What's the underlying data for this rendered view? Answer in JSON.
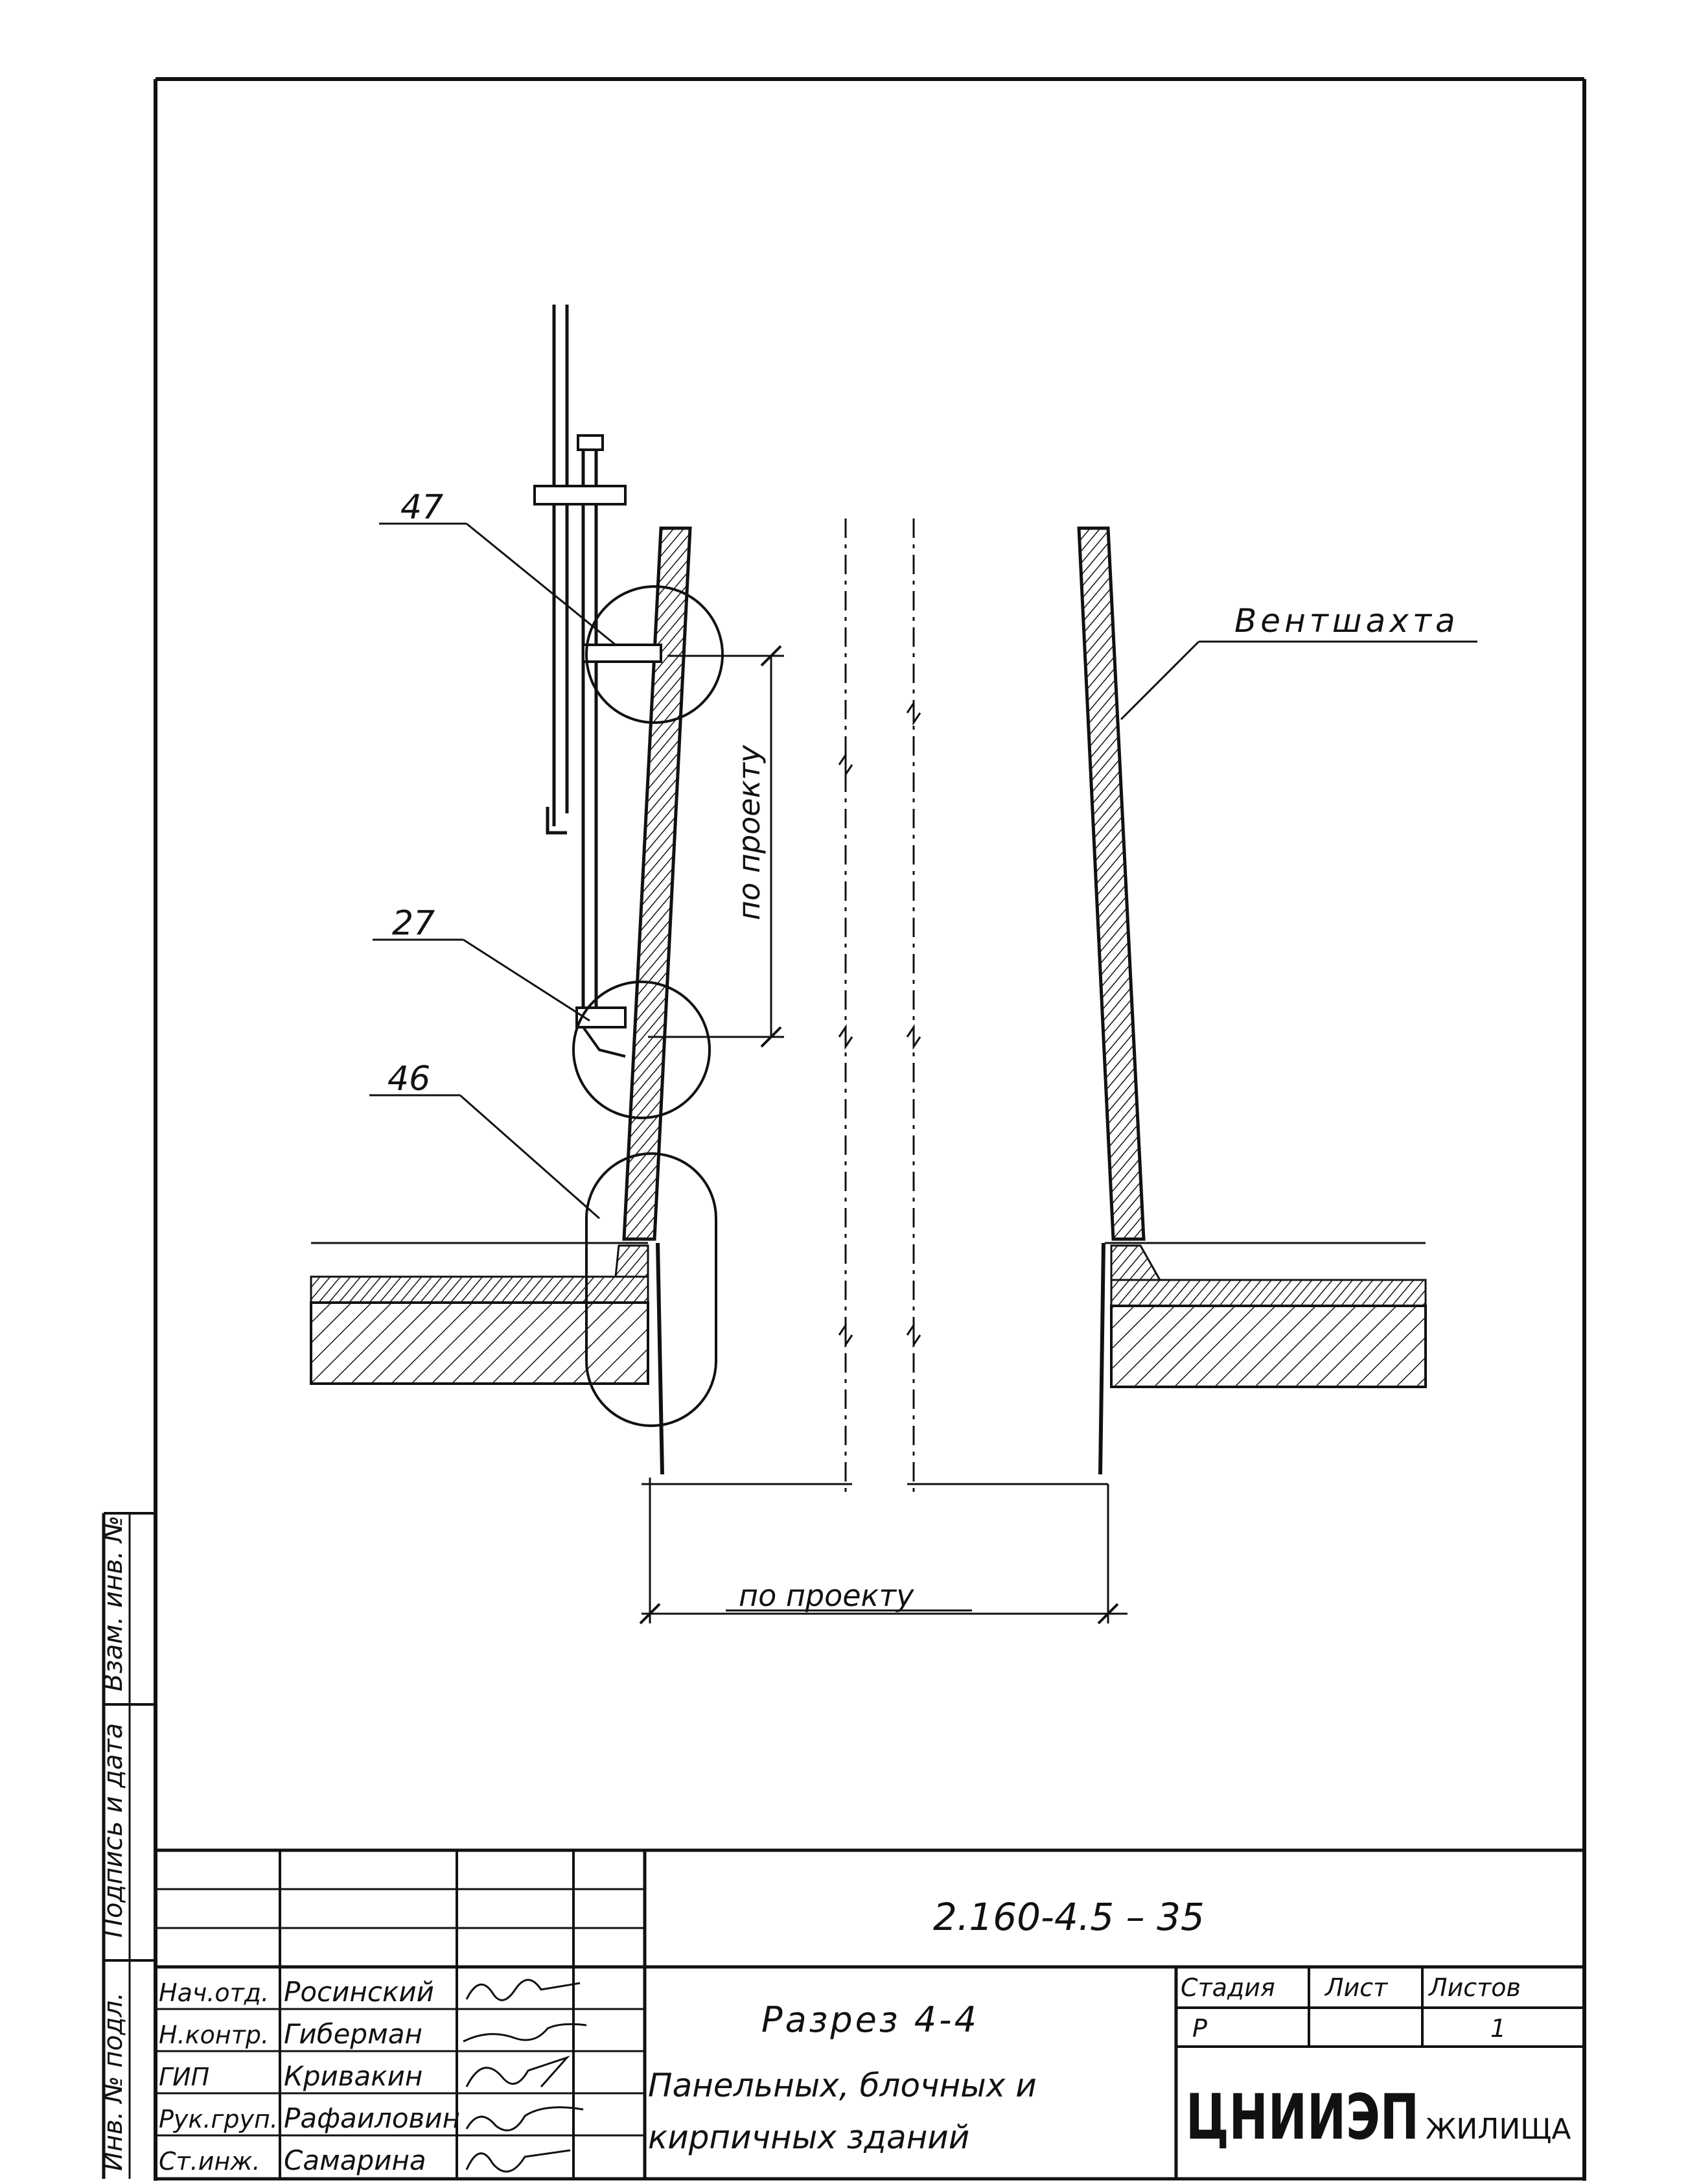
{
  "drawing": {
    "callouts": {
      "c47": "47",
      "c27": "27",
      "c46": "46"
    },
    "ventshaft_label": "Вентшахта",
    "dim_vertical": "по проекту",
    "dim_horizontal": "по проекту"
  },
  "side_stamp": {
    "inv_no_orig": "Инв. № подл.",
    "sign_date": "Подпись и дата",
    "replace_inv": "Взам. инв. №"
  },
  "title_block": {
    "doc_code": "2.160-4.5 – 35",
    "title_line1": "Разрез 4-4",
    "title_line2": "Панельных, блочных и",
    "title_line3": "кирпичных зданий",
    "stage_header": "Стадия",
    "sheet_header": "Лист",
    "sheets_header": "Листов",
    "stage_value": "Р",
    "sheet_value": "",
    "sheets_value": "1",
    "org_main": "ЦНИИЭП",
    "org_sub": "ЖИЛИЩА",
    "signers": [
      {
        "role": "Нач.отд.",
        "name": "Росинский"
      },
      {
        "role": "Н.контр.",
        "name": "Гиберман"
      },
      {
        "role": "ГИП",
        "name": "Кривакин"
      },
      {
        "role": "Рук.груп.",
        "name": "Рафаиловин"
      },
      {
        "role": "Ст.инж.",
        "name": "Самарина"
      }
    ]
  }
}
